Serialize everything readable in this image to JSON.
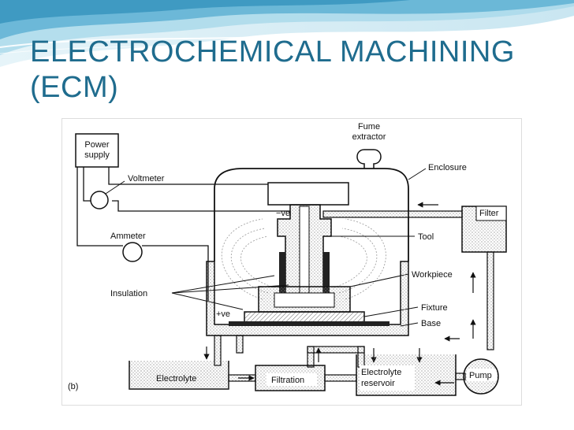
{
  "slide": {
    "title_line1": "ELECTROCHEMICAL MACHINING",
    "title_line2": "(ECM)"
  },
  "diagram": {
    "labels": {
      "power_supply_1": "Power",
      "power_supply_2": "supply",
      "voltmeter": "Voltmeter",
      "ammeter": "Ammeter",
      "fume_1": "Fume",
      "fume_2": "extractor",
      "enclosure": "Enclosure",
      "filter": "Filter",
      "tool": "Tool",
      "workpiece": "Workpiece",
      "insulation": "Insulation",
      "fixture": "Fixture",
      "base": "Base",
      "neg_ve": "−ve",
      "pos_ve": "+ve",
      "electrolyte": "Electrolyte",
      "filtration": "Filtration",
      "reservoir_1": "Electrolyte",
      "reservoir_2": "reservoir",
      "pump": "Pump",
      "figure_tag": "(b)"
    }
  },
  "colors": {
    "title": "#1f6c8e",
    "banner_light": "#cfe9f3",
    "banner_mid": "#8fcbe2",
    "banner_dark": "#4fa7cc",
    "line": "#111111",
    "hatch": "#9a9a9a"
  }
}
